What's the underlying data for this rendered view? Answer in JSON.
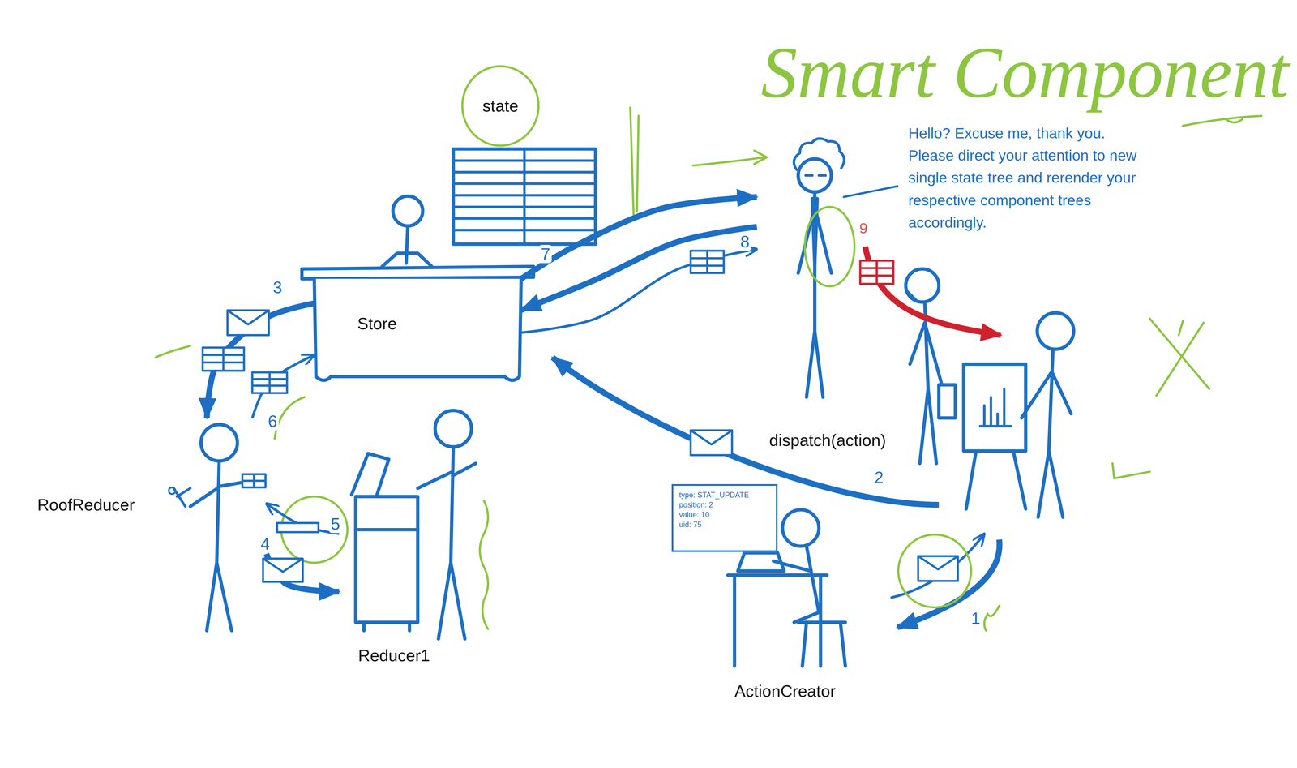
{
  "diagram": {
    "nodes": [
      {
        "text": [
          "state"
        ]
      },
      {
        "text": [
          "Smart Component",
          "Hello? Excuse me, thank you. Please direct your attention to new single state tree and rerender your respective component trees accordingly."
        ]
      },
      {
        "text": [
          "Store"
        ]
      },
      {
        "text": [
          "RoofReducer"
        ]
      },
      {
        "text": [
          "Reducer1"
        ]
      },
      {
        "text": [
          "type: STAT_UPDATE",
          "position: 2",
          "value: 10",
          "uid: 75"
        ]
      },
      {
        "text": [
          "ActionCreator"
        ]
      }
    ],
    "edges": [
      {
        "from": 2,
        "to": 1,
        "label": "7",
        "arrow": "to"
      },
      {
        "from": 1,
        "to": 2,
        "arrow": "to"
      },
      {
        "from": 2,
        "to": 1,
        "label": "8",
        "arrow": "to"
      },
      {
        "from": 2,
        "to": 3,
        "label": "3",
        "arrow": "to"
      },
      {
        "from": 3,
        "to": 4,
        "label": "4",
        "arrow": "to"
      },
      {
        "from": 4,
        "to": 3,
        "label": "5",
        "arrow": "to"
      },
      {
        "from": 3,
        "to": 2,
        "label": "6",
        "arrow": "to"
      }
    ],
    "labels": [
      "dispatch(action)",
      "2",
      "1",
      "9"
    ]
  }
}
